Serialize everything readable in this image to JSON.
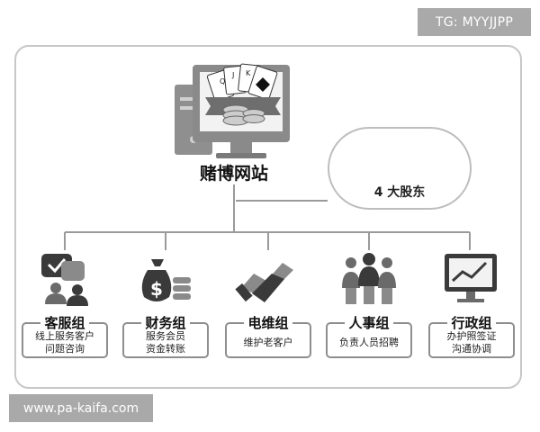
{
  "watermark_top": "TG: MYYJJPP",
  "watermark_bottom": "www.pa-kaifa.com",
  "center": {
    "title": "赌博网站"
  },
  "shareholders": {
    "label": "4 大股东"
  },
  "departments": [
    {
      "title": "客服组",
      "lines": [
        "线上服务客户",
        "问题咨询"
      ],
      "icon": "chat-check-icon"
    },
    {
      "title": "财务组",
      "lines": [
        "服务会员",
        "资金转账"
      ],
      "icon": "money-bag-icon"
    },
    {
      "title": "电维组",
      "lines": [
        "维护老客户"
      ],
      "icon": "handshake-icon"
    },
    {
      "title": "人事组",
      "lines": [
        "负责人员招聘"
      ],
      "icon": "team-icon"
    },
    {
      "title": "行政组",
      "lines": [
        "办护照签证",
        "沟通协调"
      ],
      "icon": "monitor-chart-icon"
    }
  ],
  "colors": {
    "frame": "#c7c7c7",
    "line": "#9a9a9a",
    "icon_dark": "#3a3a3a",
    "icon_light": "#8a8a8a",
    "watermark_bg": "#a9a9a9"
  }
}
